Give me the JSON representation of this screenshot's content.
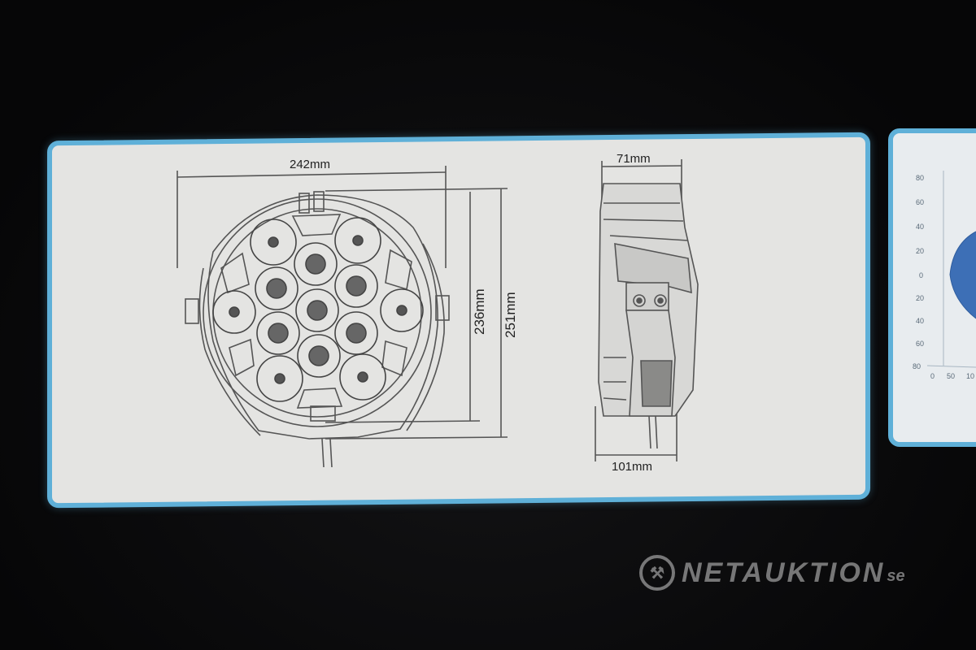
{
  "drawing": {
    "front_width": "242mm",
    "front_height_inner": "236mm",
    "front_height_outer": "251mm",
    "side_depth_top": "71mm",
    "side_depth_bottom": "101mm"
  },
  "chart_axis": {
    "y_ticks": [
      "80",
      "60",
      "40",
      "20",
      "0",
      "20",
      "40",
      "60",
      "80"
    ],
    "x_ticks": [
      "0",
      "50",
      "10"
    ]
  },
  "watermark": {
    "brand": "NETAUKTION",
    "suffix": "se",
    "mark_icon": "hammer-icon"
  },
  "colors": {
    "panel_border": "#5fb0d8",
    "panel_fill": "#e4e4e2",
    "background": "#0b0b0c"
  }
}
